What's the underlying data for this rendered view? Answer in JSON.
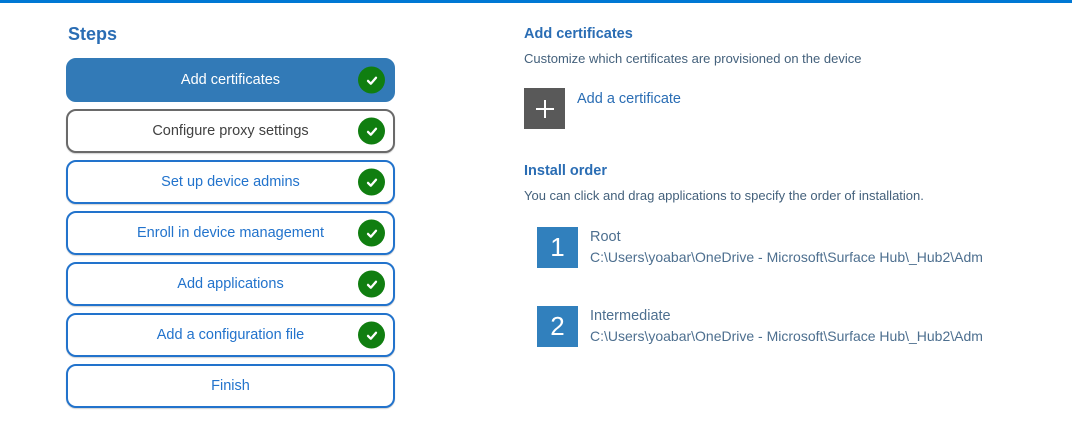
{
  "page": {
    "top_border_color": "#0078d4",
    "accent_blue": "#2a6db4",
    "selected_step_blue": "#327ab7",
    "step_border_blue": "#2273cc",
    "check_green": "#107e10",
    "body_slate": "#44617c"
  },
  "sidebar": {
    "title": "Steps",
    "steps": [
      {
        "label": "Add certificates",
        "state": "selected",
        "checked": true
      },
      {
        "label": "Configure proxy settings",
        "state": "visited",
        "checked": true
      },
      {
        "label": "Set up device admins",
        "state": "default",
        "checked": true
      },
      {
        "label": "Enroll in device management",
        "state": "default",
        "checked": true
      },
      {
        "label": "Add applications",
        "state": "default",
        "checked": true
      },
      {
        "label": "Add a configuration file",
        "state": "default",
        "checked": true
      },
      {
        "label": "Finish",
        "state": "default",
        "checked": false
      }
    ],
    "check_icon": "check-icon"
  },
  "main": {
    "section_title": "Add certificates",
    "section_subtitle": "Customize which certificates are provisioned on the device",
    "add_certificate": {
      "label": "Add a certificate",
      "icon": "plus-icon"
    },
    "install_order": {
      "title": "Install order",
      "subtitle": "You can click and drag applications to specify the order of installation.",
      "items": [
        {
          "number": "1",
          "name": "Root",
          "path": "C:\\Users\\yoabar\\OneDrive - Microsoft\\Surface Hub\\_Hub2\\Adm"
        },
        {
          "number": "2",
          "name": "Intermediate",
          "path": "C:\\Users\\yoabar\\OneDrive - Microsoft\\Surface Hub\\_Hub2\\Adm"
        }
      ]
    }
  }
}
